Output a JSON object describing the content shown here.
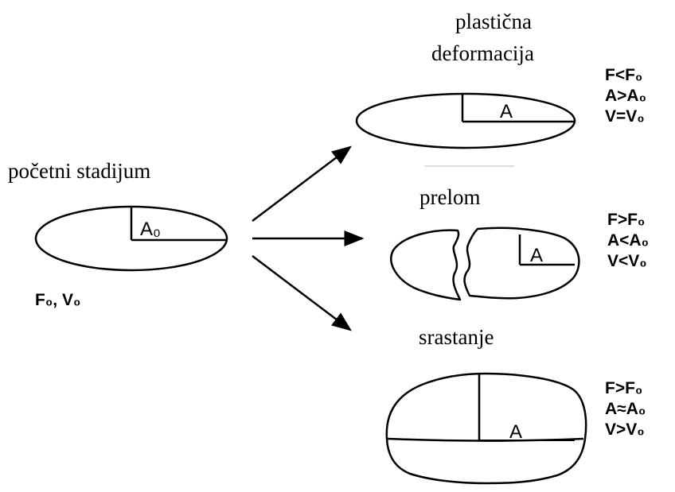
{
  "initial": {
    "title": "početni stadijum",
    "radius_label": "A₀",
    "values_label": "F₀, V₀"
  },
  "outcomes": [
    {
      "title": "plastična deformacija",
      "title_line1": "plastična",
      "title_line2": "deformacija",
      "radius_label": "A",
      "conditions": [
        "F<F₀",
        "A>A₀",
        "V=V₀"
      ]
    },
    {
      "title": "prelom",
      "radius_label": "A",
      "conditions": [
        "F>F₀",
        "A<A₀",
        "V<V₀"
      ]
    },
    {
      "title": "srastanje",
      "radius_label": "A",
      "conditions": [
        "F>F₀",
        "A≈A₀",
        "V>V₀"
      ]
    }
  ]
}
